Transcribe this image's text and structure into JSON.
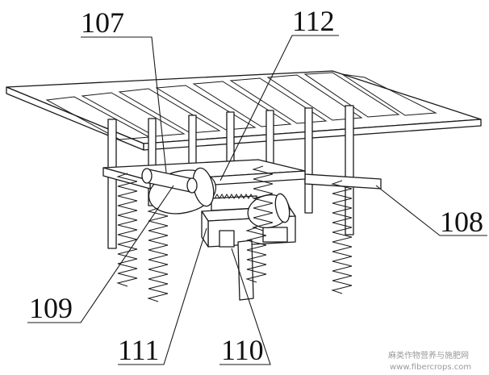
{
  "labels": {
    "l107": "107",
    "l112": "112",
    "l108": "108",
    "l109": "109",
    "l111": "111",
    "l110": "110"
  },
  "watermark": {
    "line1": "麻类作物营养与施肥网",
    "line2": "www.fibercrops.com"
  },
  "colors": {
    "stroke": "#1a1a1a",
    "background": "#ffffff",
    "watermark": "#9a9a9a"
  }
}
